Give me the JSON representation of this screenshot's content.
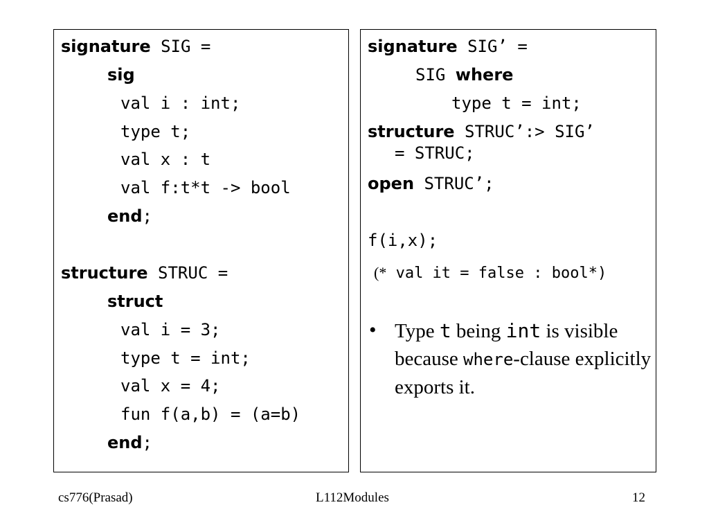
{
  "left_panel": {
    "signature_keyword": "signature",
    "signature_decl": " SIG =",
    "sig_keyword": "sig",
    "sig_lines": [
      "val i : int;",
      "type t;",
      "val x : t",
      "val f:t*t -> bool"
    ],
    "end_keyword_1": "end",
    "semicolon_1": ";",
    "structure_keyword": "structure",
    "structure_decl": " STRUC =",
    "struct_keyword": "struct",
    "struct_lines": [
      "val i = 3;",
      "type t = int;",
      "val x = 4;",
      "fun f(a,b) = (a=b)"
    ],
    "end_keyword_2": "end",
    "semicolon_2": ";"
  },
  "right_panel": {
    "signature_keyword": "signature",
    "signature_decl": " SIG’ =",
    "sig_name": "SIG ",
    "where_keyword": "where",
    "where_clause": "type t = int;",
    "structure_keyword": "structure",
    "structure_decl": " STRUC’:> SIG’",
    "structure_cont": "= STRUC;",
    "open_keyword": "open",
    "open_decl": " STRUC’;",
    "call": "f(i,x);",
    "comment_open": "(*",
    "comment_text": " val it = false : bool",
    "comment_close": "*)",
    "bullet": {
      "symbol": "•",
      "text_1": "Type ",
      "code_1": "t",
      "text_2": " being ",
      "code_2": "int",
      "text_3": " is visible because ",
      "code_3": "where",
      "text_4": "-clause explicitly exports it."
    }
  },
  "footer": {
    "left": "cs776(Prasad)",
    "center": "L112Modules",
    "right": "12"
  }
}
